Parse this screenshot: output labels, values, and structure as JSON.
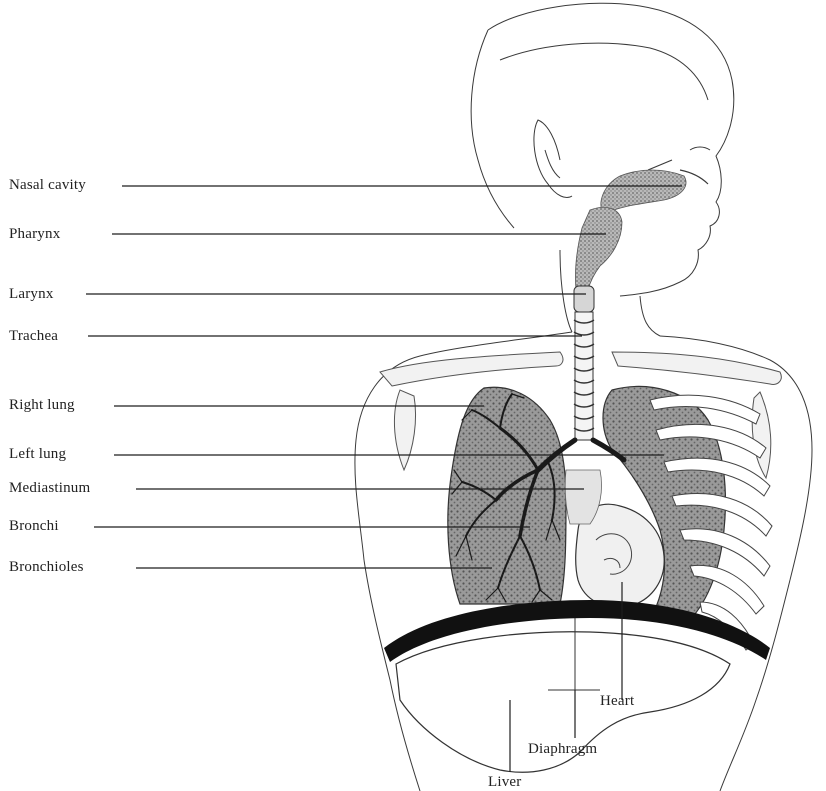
{
  "labels": {
    "nasal_cavity": "Nasal cavity",
    "pharynx": "Pharynx",
    "larynx": "Larynx",
    "trachea": "Trachea",
    "right_lung": "Right lung",
    "left_lung": "Left lung",
    "mediastinum": "Mediastinum",
    "bronchi": "Bronchi",
    "bronchioles": "Bronchioles",
    "heart": "Heart",
    "diaphragm": "Diaphragm",
    "liver": "Liver"
  },
  "colors": {
    "ink": "#1e1e1e",
    "lung_fill": "#8f8f8f",
    "airway_fill": "#a9a9a9",
    "diaphragm": "#111111"
  }
}
